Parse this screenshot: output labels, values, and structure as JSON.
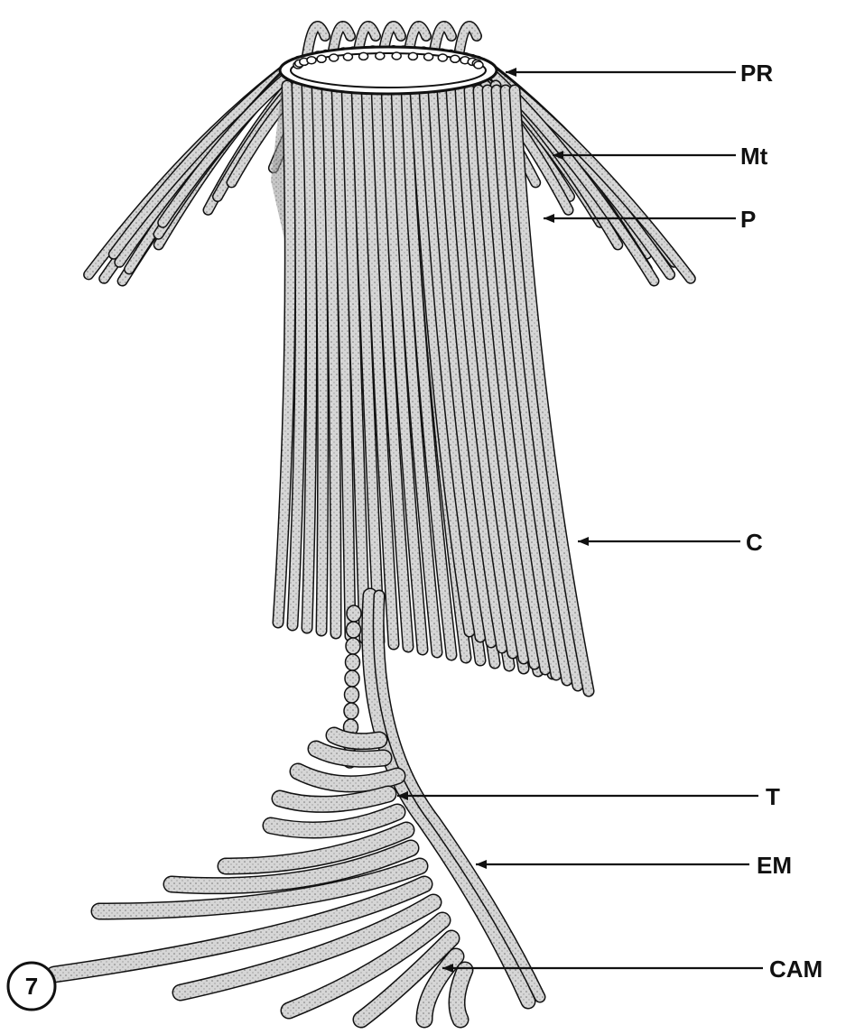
{
  "figure": {
    "number": "7",
    "ink_color": "#111111",
    "tube_fill": "#dcdcdc",
    "paper_color": "#ffffff"
  },
  "labels": [
    {
      "id": "pr",
      "text": "PR"
    },
    {
      "id": "mt",
      "text": "Mt"
    },
    {
      "id": "p",
      "text": "P"
    },
    {
      "id": "c",
      "text": "C"
    },
    {
      "id": "t",
      "text": "T"
    },
    {
      "id": "em",
      "text": "EM"
    },
    {
      "id": "cam",
      "text": "CAM"
    }
  ]
}
